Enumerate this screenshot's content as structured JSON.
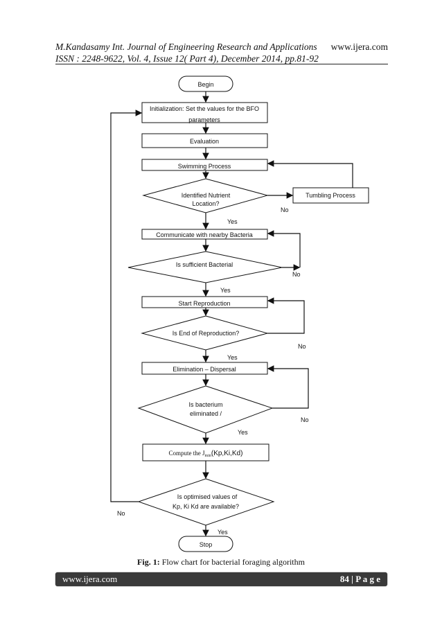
{
  "header": {
    "line1": "M.Kandasamy Int. Journal of Engineering Research and Applications",
    "line2": "ISSN : 2248-9622, Vol. 4, Issue 12( Part 4), December 2014, pp.81-92",
    "url": "www.ijera.com"
  },
  "flowchart": {
    "begin": "Begin",
    "init_line1": "Initialization:  Set the values for the BFO",
    "init_line2": "parameters",
    "evaluation": "Evaluation",
    "swimming": "Swimming Process",
    "d1_line1": "Identified Nutrient",
    "d1_line2": "Location?",
    "tumbling": "Tumbling Process",
    "communicate": "Communicate with nearby Bacteria",
    "d2": "Is sufficient Bacterial",
    "start_repro": "Start Reproduction",
    "d3": "Is End of Reproduction?",
    "elimination": "Elimination – Dispersal",
    "d4_line1": "Is bacterium",
    "d4_line2": "eliminated /",
    "compute_prefix": "Compute the J",
    "compute_sub": "min",
    "compute_suffix": "(Kp,Ki,Kd)",
    "d5_line1": "Is optimised values of",
    "d5_line2": "Kp, Ki  Kd are available?",
    "stop": "Stop",
    "yes": "Yes",
    "no": "No"
  },
  "caption": {
    "label": "Fig. 1:",
    "text": " Flow chart for bacterial foraging algorithm"
  },
  "footer": {
    "url": "www.ijera.com",
    "page": "84 | P a g e"
  }
}
